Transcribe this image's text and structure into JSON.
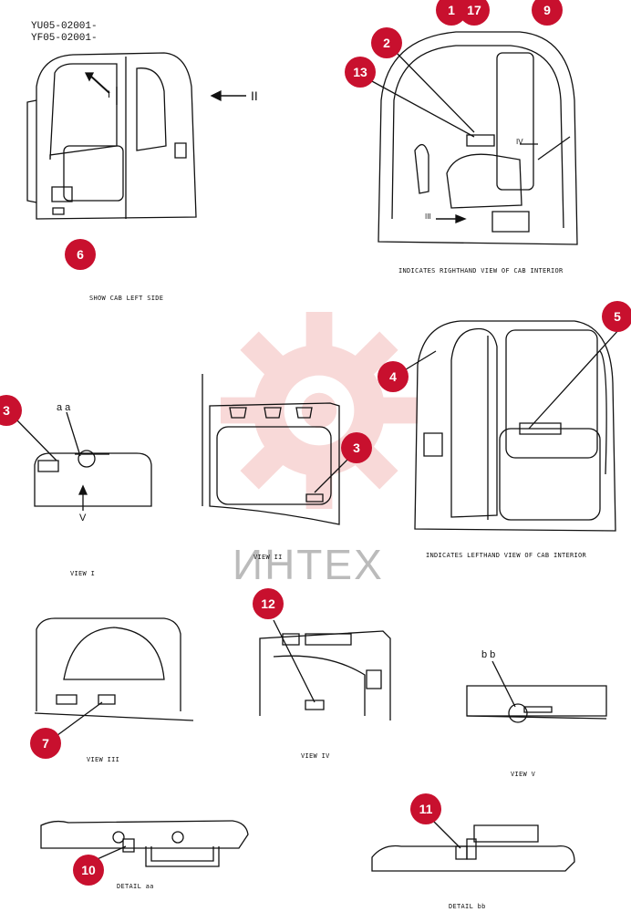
{
  "serials": [
    "YU05-02001-",
    "YF05-02001-"
  ],
  "captions": {
    "cab_left": "SHOW CAB LEFT SIDE",
    "right_interior": "INDICATES RIGHTHAND VIEW OF CAB INTERIOR",
    "left_interior": "INDICATES LEFTHAND VIEW OF CAB INTERIOR",
    "view_1": "VIEW I",
    "view_2": "VIEW II",
    "view_3": "VIEW III",
    "view_4": "VIEW IV",
    "view_5": "VIEW V",
    "detail_aa": "DETAIL aa",
    "detail_bb": "DETAIL bb"
  },
  "refs": {
    "aa": "a a",
    "bb": "b b",
    "arrow_I": "I",
    "arrow_II": "II",
    "arrow_III": "III",
    "arrow_IV": "IV",
    "arrow_V": "V"
  },
  "callouts": [
    "1",
    "17",
    "9",
    "2",
    "13",
    "6",
    "3",
    "3",
    "4",
    "5",
    "12",
    "7",
    "10",
    "11"
  ],
  "watermark": "ИНТЕХ",
  "colors": {
    "callout": "#c8102e",
    "line": "#111111",
    "watermark": "#e8a0a0"
  }
}
